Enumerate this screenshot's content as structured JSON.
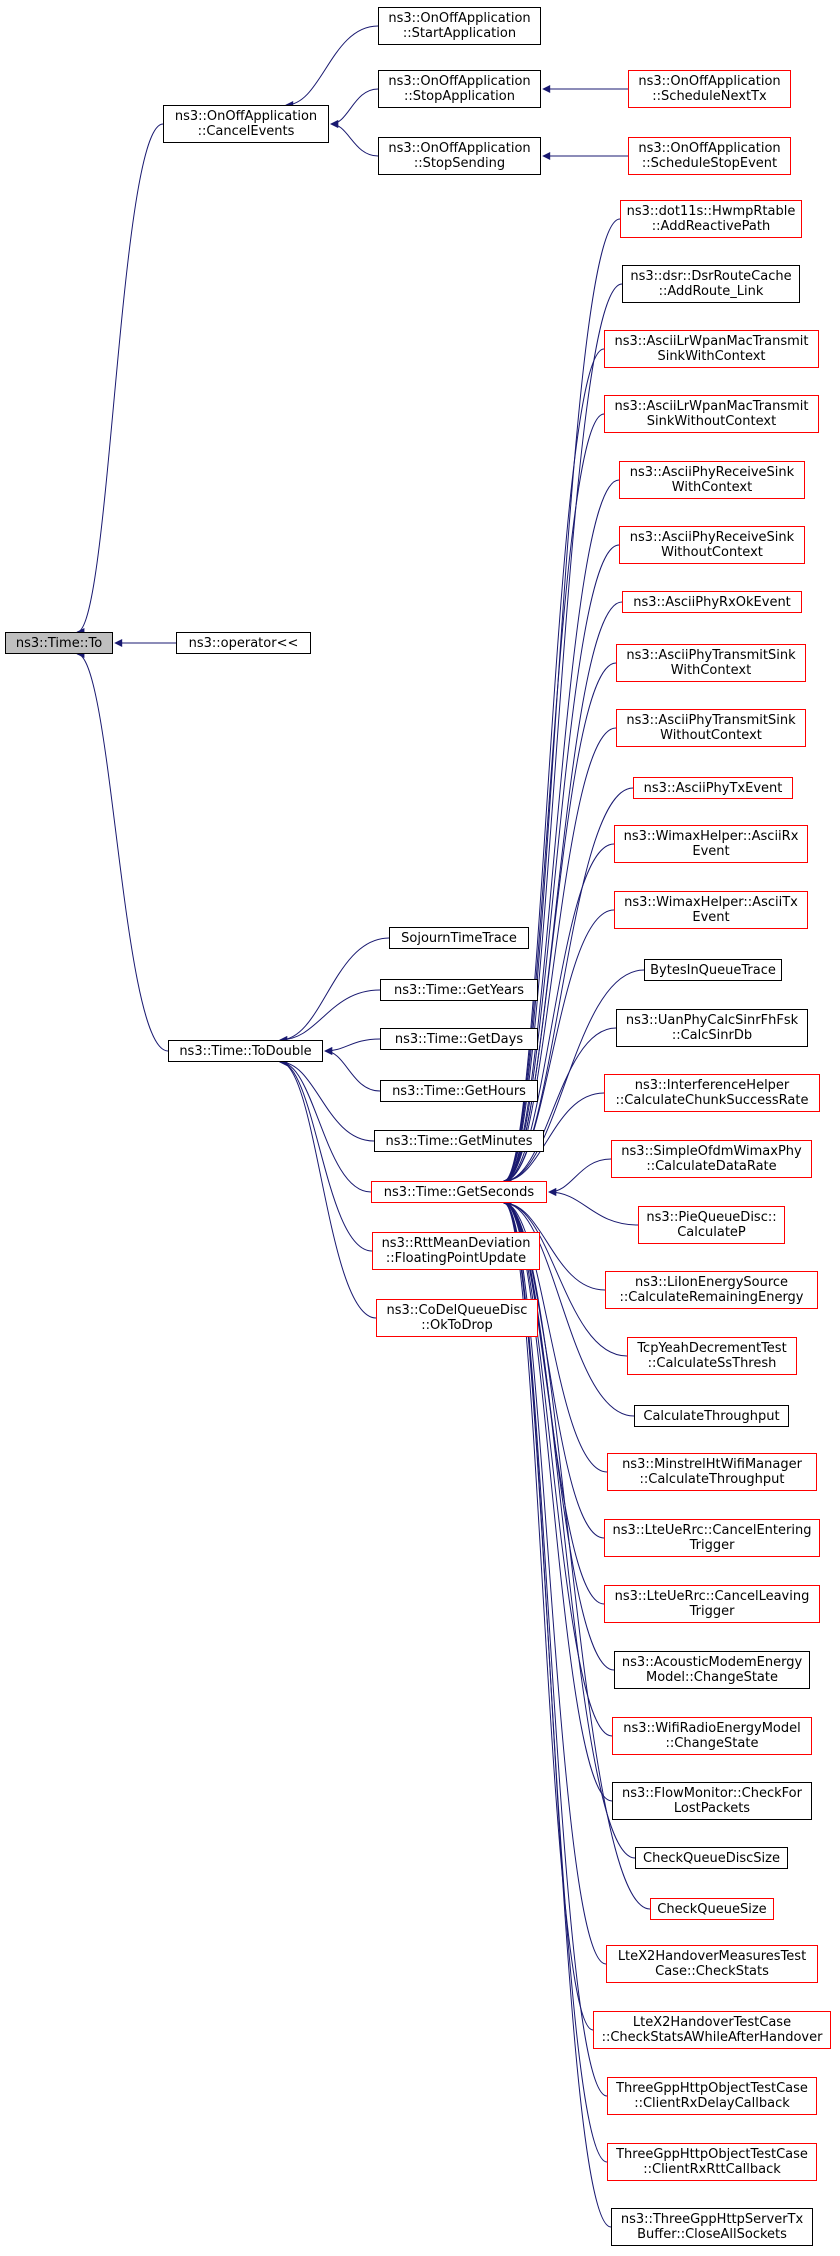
{
  "graph": {
    "edge_color": "#191970",
    "nodes": [
      {
        "id": "to",
        "label": "ns3::Time::To",
        "border": "black",
        "current": true
      },
      {
        "id": "cancel_events",
        "label": "ns3::OnOffApplication\n::CancelEvents",
        "border": "black"
      },
      {
        "id": "start_app",
        "label": "ns3::OnOffApplication\n::StartApplication",
        "border": "black"
      },
      {
        "id": "stop_app",
        "label": "ns3::OnOffApplication\n::StopApplication",
        "border": "black"
      },
      {
        "id": "stop_sending",
        "label": "ns3::OnOffApplication\n::StopSending",
        "border": "black"
      },
      {
        "id": "schedule_next_tx",
        "label": "ns3::OnOffApplication\n::ScheduleNextTx",
        "border": "red"
      },
      {
        "id": "schedule_stop_event",
        "label": "ns3::OnOffApplication\n::ScheduleStopEvent",
        "border": "red"
      },
      {
        "id": "operator_ll",
        "label": "ns3::operator<<",
        "border": "black"
      },
      {
        "id": "to_double",
        "label": "ns3::Time::ToDouble",
        "border": "black"
      },
      {
        "id": "sojourn",
        "label": "SojournTimeTrace",
        "border": "black"
      },
      {
        "id": "get_years",
        "label": "ns3::Time::GetYears",
        "border": "black"
      },
      {
        "id": "get_days",
        "label": "ns3::Time::GetDays",
        "border": "black"
      },
      {
        "id": "get_hours",
        "label": "ns3::Time::GetHours",
        "border": "black"
      },
      {
        "id": "get_minutes",
        "label": "ns3::Time::GetMinutes",
        "border": "black"
      },
      {
        "id": "get_seconds",
        "label": "ns3::Time::GetSeconds",
        "border": "red"
      },
      {
        "id": "rtt_mean",
        "label": "ns3::RttMeanDeviation\n::FloatingPointUpdate",
        "border": "red"
      },
      {
        "id": "codel",
        "label": "ns3::CoDelQueueDisc\n::OkToDrop",
        "border": "red"
      },
      {
        "id": "hwmp",
        "label": "ns3::dot11s::HwmpRtable\n::AddReactivePath",
        "border": "red"
      },
      {
        "id": "dsr",
        "label": "ns3::dsr::DsrRouteCache\n::AddRoute_Link",
        "border": "black"
      },
      {
        "id": "lrwpan_with",
        "label": "ns3::AsciiLrWpanMacTransmit\nSinkWithContext",
        "border": "red"
      },
      {
        "id": "lrwpan_without",
        "label": "ns3::AsciiLrWpanMacTransmit\nSinkWithoutContext",
        "border": "red"
      },
      {
        "id": "phyrecv_with",
        "label": "ns3::AsciiPhyReceiveSink\nWithContext",
        "border": "red"
      },
      {
        "id": "phyrecv_without",
        "label": "ns3::AsciiPhyReceiveSink\nWithoutContext",
        "border": "red"
      },
      {
        "id": "phyrxok",
        "label": "ns3::AsciiPhyRxOkEvent",
        "border": "red"
      },
      {
        "id": "phytx_with",
        "label": "ns3::AsciiPhyTransmitSink\nWithContext",
        "border": "red"
      },
      {
        "id": "phytx_without",
        "label": "ns3::AsciiPhyTransmitSink\nWithoutContext",
        "border": "red"
      },
      {
        "id": "phytxevent",
        "label": "ns3::AsciiPhyTxEvent",
        "border": "red"
      },
      {
        "id": "wimax_rx",
        "label": "ns3::WimaxHelper::AsciiRx\nEvent",
        "border": "red"
      },
      {
        "id": "wimax_tx",
        "label": "ns3::WimaxHelper::AsciiTx\nEvent",
        "border": "red"
      },
      {
        "id": "bytes_queue",
        "label": "BytesInQueueTrace",
        "border": "black"
      },
      {
        "id": "uan",
        "label": "ns3::UanPhyCalcSinrFhFsk\n::CalcSinrDb",
        "border": "black"
      },
      {
        "id": "interference",
        "label": "ns3::InterferenceHelper\n::CalculateChunkSuccessRate",
        "border": "red"
      },
      {
        "id": "simple_ofdm",
        "label": "ns3::SimpleOfdmWimaxPhy\n::CalculateDataRate",
        "border": "red"
      },
      {
        "id": "pie",
        "label": "ns3::PieQueueDisc::\nCalculateP",
        "border": "red"
      },
      {
        "id": "liion",
        "label": "ns3::LiIonEnergySource\n::CalculateRemainingEnergy",
        "border": "red"
      },
      {
        "id": "tcpyeah",
        "label": "TcpYeahDecrementTest\n::CalculateSsThresh",
        "border": "red"
      },
      {
        "id": "calc_throughput",
        "label": "CalculateThroughput",
        "border": "black"
      },
      {
        "id": "minstrel",
        "label": "ns3::MinstrelHtWifiManager\n::CalculateThroughput",
        "border": "red"
      },
      {
        "id": "lte_entering",
        "label": "ns3::LteUeRrc::CancelEntering\nTrigger",
        "border": "red"
      },
      {
        "id": "lte_leaving",
        "label": "ns3::LteUeRrc::CancelLeaving\nTrigger",
        "border": "red"
      },
      {
        "id": "acoustic",
        "label": "ns3::AcousticModemEnergy\nModel::ChangeState",
        "border": "black"
      },
      {
        "id": "wifi_radio",
        "label": "ns3::WifiRadioEnergyModel\n::ChangeState",
        "border": "red"
      },
      {
        "id": "flow_monitor",
        "label": "ns3::FlowMonitor::CheckFor\nLostPackets",
        "border": "black"
      },
      {
        "id": "check_qdisc",
        "label": "CheckQueueDiscSize",
        "border": "black"
      },
      {
        "id": "check_queue",
        "label": "CheckQueueSize",
        "border": "red"
      },
      {
        "id": "ltex2_measures",
        "label": "LteX2HandoverMeasuresTest\nCase::CheckStats",
        "border": "red"
      },
      {
        "id": "ltex2_handover",
        "label": "LteX2HandoverTestCase\n::CheckStatsAWhileAfterHandover",
        "border": "red"
      },
      {
        "id": "threegpp_rxdelay",
        "label": "ThreeGppHttpObjectTestCase\n::ClientRxDelayCallback",
        "border": "red"
      },
      {
        "id": "threegpp_rxrtt",
        "label": "ThreeGppHttpObjectTestCase\n::ClientRxRttCallback",
        "border": "red"
      },
      {
        "id": "threegpp_server",
        "label": "ns3::ThreeGppHttpServerTx\nBuffer::CloseAllSockets",
        "border": "black"
      }
    ],
    "edges": [
      {
        "from": "cancel_events",
        "to": "to"
      },
      {
        "from": "operator_ll",
        "to": "to"
      },
      {
        "from": "to_double",
        "to": "to"
      },
      {
        "from": "start_app",
        "to": "cancel_events"
      },
      {
        "from": "stop_app",
        "to": "cancel_events"
      },
      {
        "from": "stop_sending",
        "to": "cancel_events"
      },
      {
        "from": "schedule_next_tx",
        "to": "stop_app"
      },
      {
        "from": "schedule_stop_event",
        "to": "stop_sending"
      },
      {
        "from": "sojourn",
        "to": "to_double"
      },
      {
        "from": "get_years",
        "to": "to_double"
      },
      {
        "from": "get_days",
        "to": "to_double"
      },
      {
        "from": "get_hours",
        "to": "to_double"
      },
      {
        "from": "get_minutes",
        "to": "to_double"
      },
      {
        "from": "get_seconds",
        "to": "to_double"
      },
      {
        "from": "rtt_mean",
        "to": "to_double"
      },
      {
        "from": "codel",
        "to": "to_double"
      },
      {
        "from": "hwmp",
        "to": "get_seconds"
      },
      {
        "from": "dsr",
        "to": "get_seconds"
      },
      {
        "from": "lrwpan_with",
        "to": "get_seconds"
      },
      {
        "from": "lrwpan_without",
        "to": "get_seconds"
      },
      {
        "from": "phyrecv_with",
        "to": "get_seconds"
      },
      {
        "from": "phyrecv_without",
        "to": "get_seconds"
      },
      {
        "from": "phyrxok",
        "to": "get_seconds"
      },
      {
        "from": "phytx_with",
        "to": "get_seconds"
      },
      {
        "from": "phytx_without",
        "to": "get_seconds"
      },
      {
        "from": "phytxevent",
        "to": "get_seconds"
      },
      {
        "from": "wimax_rx",
        "to": "get_seconds"
      },
      {
        "from": "wimax_tx",
        "to": "get_seconds"
      },
      {
        "from": "bytes_queue",
        "to": "get_seconds"
      },
      {
        "from": "uan",
        "to": "get_seconds"
      },
      {
        "from": "interference",
        "to": "get_seconds"
      },
      {
        "from": "simple_ofdm",
        "to": "get_seconds"
      },
      {
        "from": "pie",
        "to": "get_seconds"
      },
      {
        "from": "liion",
        "to": "get_seconds"
      },
      {
        "from": "tcpyeah",
        "to": "get_seconds"
      },
      {
        "from": "calc_throughput",
        "to": "get_seconds"
      },
      {
        "from": "minstrel",
        "to": "get_seconds"
      },
      {
        "from": "lte_entering",
        "to": "get_seconds"
      },
      {
        "from": "lte_leaving",
        "to": "get_seconds"
      },
      {
        "from": "acoustic",
        "to": "get_seconds"
      },
      {
        "from": "wifi_radio",
        "to": "get_seconds"
      },
      {
        "from": "flow_monitor",
        "to": "get_seconds"
      },
      {
        "from": "check_qdisc",
        "to": "get_seconds"
      },
      {
        "from": "check_queue",
        "to": "get_seconds"
      },
      {
        "from": "ltex2_measures",
        "to": "get_seconds"
      },
      {
        "from": "ltex2_handover",
        "to": "get_seconds"
      },
      {
        "from": "threegpp_rxdelay",
        "to": "get_seconds"
      },
      {
        "from": "threegpp_rxrtt",
        "to": "get_seconds"
      },
      {
        "from": "threegpp_server",
        "to": "get_seconds"
      }
    ]
  }
}
